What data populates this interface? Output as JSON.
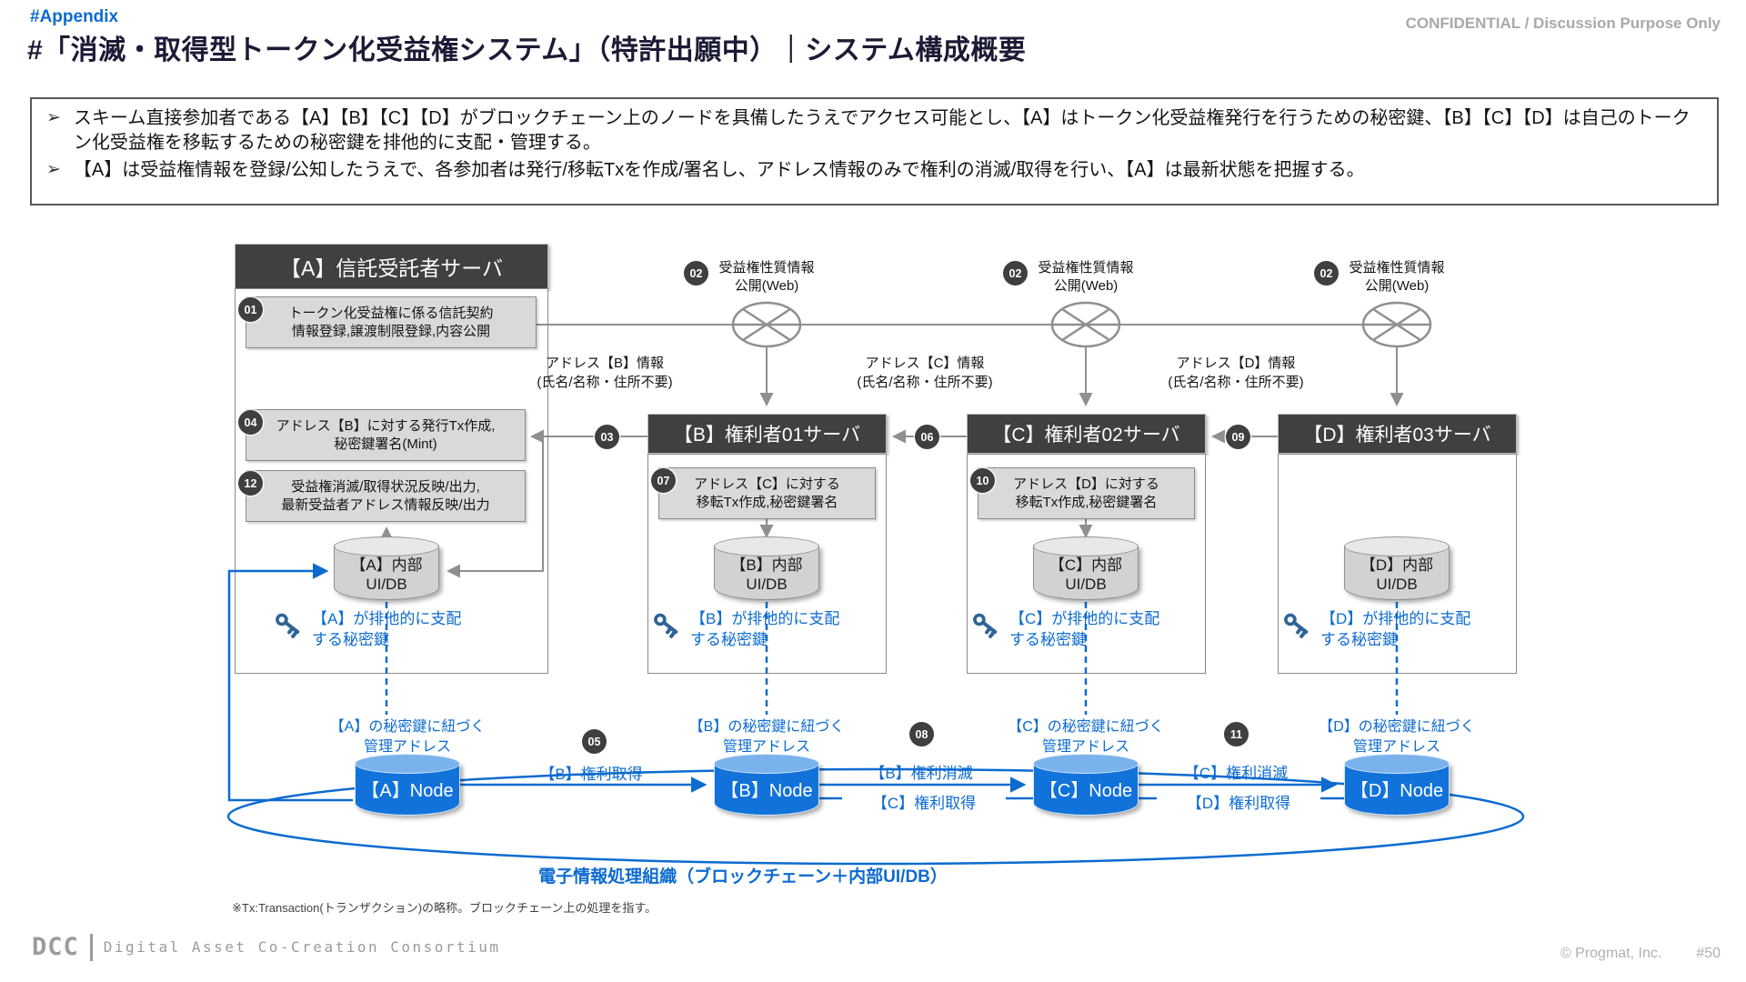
{
  "colors": {
    "accent_blue": "#0d6bd0",
    "dark_navy": "#1b1b35",
    "badge_dark": "#3f3f3f",
    "box_gray": "#d9d9d9",
    "header_gray": "#404040",
    "line_gray": "#8f8f8f",
    "confidential_gray": "#a9a9a9",
    "key_icon_blue": "#2e6496",
    "node_blue": "#1172da"
  },
  "header": {
    "appendix": "#Appendix",
    "title": "#「消滅・取得型トークン化受益権システム」（特許出願中）｜システム構成概要",
    "confidential": "CONFIDENTIAL / Discussion Purpose Only"
  },
  "summary": {
    "marker": "➢",
    "bullets": [
      "スキーム直接参加者である【A】【B】【C】【D】がブロックチェーン上のノードを具備したうえでアクセス可能とし、【A】はトークン化受益権発行を行うための秘密鍵、【B】【C】【D】は自己のトークン化受益権を移転するための秘密鍵を排他的に支配・管理する。",
      "【A】は受益権情報を登録/公知したうえで、各参加者は発行/移転Txを作成/署名し、アドレス情報のみで権利の消滅/取得を行い、【A】は最新状態を把握する。"
    ]
  },
  "diagram": {
    "servers": {
      "a": {
        "title": "【A】信託受託者サーバ",
        "steps": [
          {
            "num": "01",
            "text": "トークン化受益権に係る信託契約\n情報登録,譲渡制限登録,内容公開"
          },
          {
            "num": "04",
            "text": "アドレス【B】に対する発行Tx作成,\n秘密鍵署名(Mint)"
          },
          {
            "num": "12",
            "text": "受益権消滅/取得状況反映/出力,\n最新受益者アドレス情報反映/出力"
          }
        ],
        "db": "【A】内部\nUI/DB",
        "key_note": "【A】が排他的に支配\nする秘密鍵"
      },
      "b": {
        "title": "【B】権利者01サーバ",
        "steps": [
          {
            "num": "07",
            "text": "アドレス【C】に対する\n移転Tx作成,秘密鍵署名"
          }
        ],
        "db": "【B】内部\nUI/DB",
        "key_note": "【B】が排他的に支配\nする秘密鍵"
      },
      "c": {
        "title": "【C】権利者02サーバ",
        "steps": [
          {
            "num": "10",
            "text": "アドレス【D】に対する\n移転Tx作成,秘密鍵署名"
          }
        ],
        "db": "【C】内部\nUI/DB",
        "key_note": "【C】が排他的に支配\nする秘密鍵"
      },
      "d": {
        "title": "【D】権利者03サーバ",
        "steps": [],
        "db": "【D】内部\nUI/DB",
        "key_note": "【D】が排他的に支配\nする秘密鍵"
      }
    },
    "web_publish": {
      "num": "02",
      "text": "受益権性質情報\n公開(Web)"
    },
    "address_info": [
      {
        "num": "03",
        "text": "アドレス【B】情報\n(氏名/名称・住所不要)"
      },
      {
        "num": "06",
        "text": "アドレス【C】情報\n(氏名/名称・住所不要)"
      },
      {
        "num": "09",
        "text": "アドレス【D】情報\n(氏名/名称・住所不要)"
      }
    ],
    "nodes": [
      {
        "label": "【A】Node",
        "address": "【A】の秘密鍵に紐づく\n管理アドレス"
      },
      {
        "label": "【B】Node",
        "address": "【B】の秘密鍵に紐づく\n管理アドレス"
      },
      {
        "label": "【C】Node",
        "address": "【C】の秘密鍵に紐づく\n管理アドレス"
      },
      {
        "label": "【D】Node",
        "address": "【D】の秘密鍵に紐づく\n管理アドレス"
      }
    ],
    "flows": [
      {
        "num": "05",
        "acquire": "【B】権利取得"
      },
      {
        "num": "08",
        "extinguish": "【B】権利消滅",
        "acquire": "【C】権利取得"
      },
      {
        "num": "11",
        "extinguish": "【C】権利消滅",
        "acquire": "【D】権利取得"
      }
    ],
    "org_label": "電子情報処理組織（ブロックチェーン＋内部UI/DB）"
  },
  "footnote": "※Tx:Transaction(トランザクション)の略称。ブロックチェーン上の処理を指す。",
  "footer": {
    "logo": "DCC",
    "consortium": "Digital Asset Co-Creation Consortium",
    "copyright": "© Progmat, Inc.",
    "page": "#50"
  }
}
